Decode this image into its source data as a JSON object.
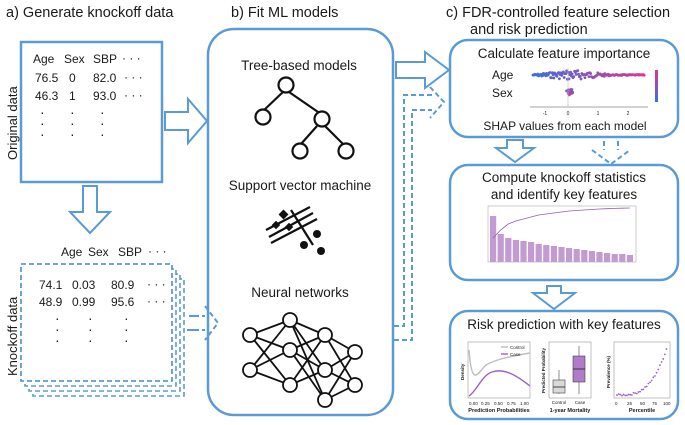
{
  "panel_a": {
    "heading": "a) Generate knockoff data",
    "original_side_label": "Original data",
    "knockoff_side_label": "Knockoff data",
    "original_table": {
      "headers": [
        "Age",
        "Sex",
        "SBP",
        "· · ·"
      ],
      "rows": [
        [
          "76.5",
          "0",
          "82.0",
          "· · ·"
        ],
        [
          "46.3",
          "1",
          "93.0",
          "· · ·"
        ]
      ],
      "ellipsis": "·"
    },
    "knockoff_table": {
      "headers": [
        "Age",
        "Sex",
        "SBP",
        "· · ·"
      ],
      "rows": [
        [
          "74.1",
          "0.03",
          "80.9",
          "· · ·"
        ],
        [
          "48.9",
          "0.99",
          "95.6",
          "· · ·"
        ]
      ],
      "ellipsis": "·"
    }
  },
  "panel_b": {
    "heading": "b) Fit ML models",
    "models": [
      "Tree-based models",
      "Support vector machine",
      "Neural networks"
    ]
  },
  "panel_c": {
    "heading_line1": "c)  FDR-controlled feature selection",
    "heading_line2": "and risk prediction",
    "box1": {
      "title": "Calculate feature importance",
      "features": [
        "Age",
        "Sex"
      ],
      "axis_ticks": [
        "-1",
        "0",
        "1",
        "2"
      ],
      "caption": "SHAP values from each model"
    },
    "box2": {
      "title_line1": "Compute knockoff statistics",
      "title_line2": "and identify key features"
    },
    "box3": {
      "title": "Risk prediction with key features",
      "chart1": {
        "xlabel": "Prediction Probabilities",
        "ylabel": "Density",
        "legend": [
          "Control",
          "Case"
        ],
        "ticks": [
          "0.00",
          "0.25",
          "0.50",
          "0.75",
          "1.00"
        ]
      },
      "chart2": {
        "xlabel": "1-year Mortality",
        "ylabel": "Predicted Probability",
        "categories": [
          "Control",
          "Case"
        ]
      },
      "chart3": {
        "xlabel": "Percentile",
        "ylabel": "Prevalence (%)",
        "ticks": [
          "0",
          "25",
          "50",
          "75",
          "100"
        ]
      }
    }
  },
  "colors": {
    "arrow_blue": "#5b9bd5",
    "box_border": "#5b9bd5",
    "bar_purple": "#c39bd3",
    "case_purple": "#a05fc4",
    "control_grey": "#bdbdbd",
    "shap_blue": "#3a6fe0",
    "shap_magenta": "#e0358f"
  }
}
